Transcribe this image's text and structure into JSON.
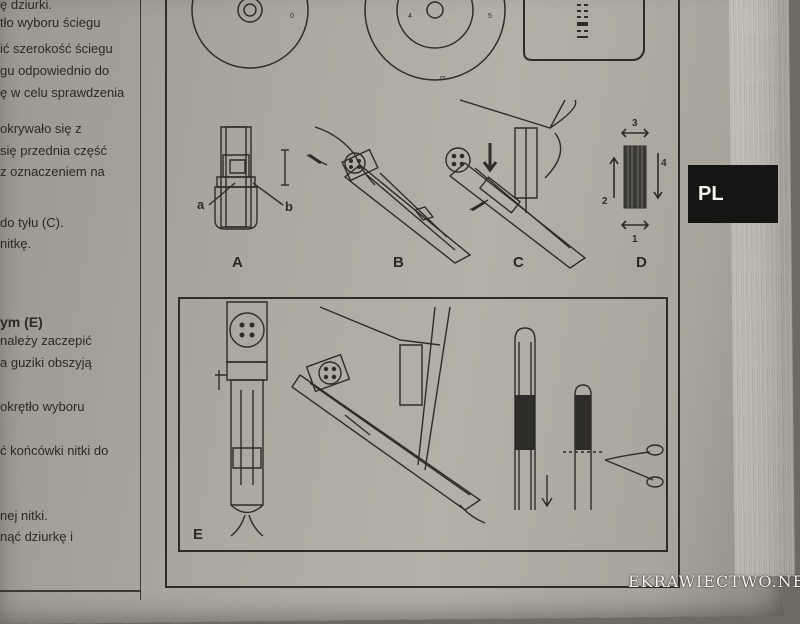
{
  "left_column_text": [
    "ę dziurki.",
    "tło wyboru ściegu",
    "ić szerokość ściegu",
    "gu odpowiednio do",
    "ę w celu sprawdzenia",
    "okrywało się z",
    " się przednia część",
    "z oznaczeniem na",
    "do tyłu (C).",
    " nitkę.",
    "ym  (E)",
    " należy zaczepić",
    "a guziki obszyją",
    "okrętło wyboru",
    "ć końcówki nitki do",
    "nej nitki.",
    "nąć dziurkę i"
  ],
  "section_tab": "PL",
  "figure_labels": {
    "a": "A",
    "b": "B",
    "c": "C",
    "d": "D",
    "e": "E",
    "callout_a": "a",
    "callout_b": "b"
  },
  "diagram_d_numbers": {
    "n1": "1",
    "n2": "2",
    "n3": "3",
    "n4": "4"
  },
  "watermark": "EKRAWIECTWO.NET"
}
